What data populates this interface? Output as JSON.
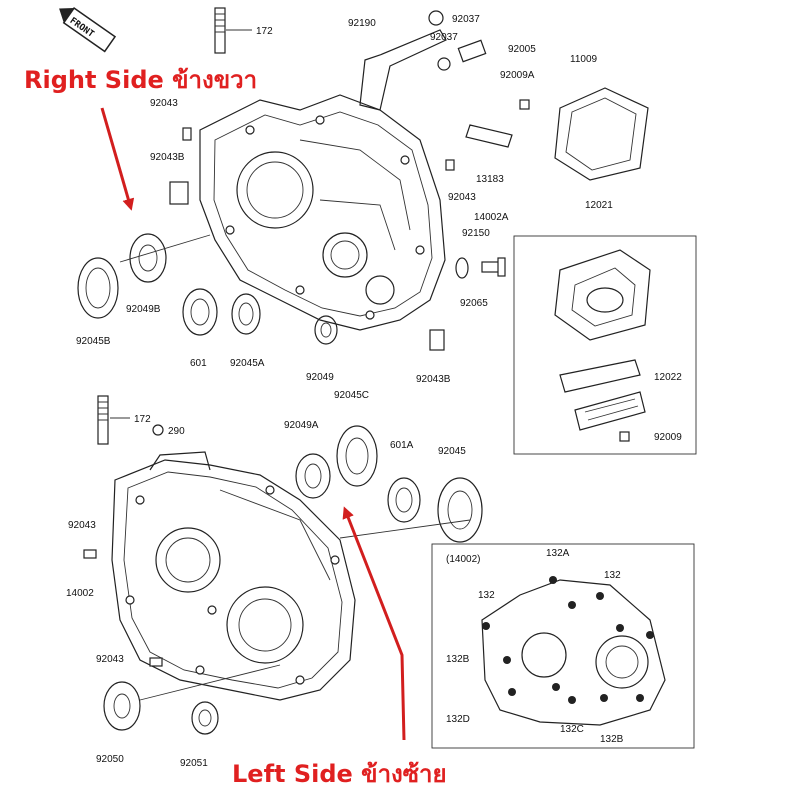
{
  "annotations": {
    "right_side": "Right Side ข้างขวา",
    "left_side": "Left Side ข้างซ้าย",
    "front_tag": "FRONT"
  },
  "colors": {
    "annotation": "#e02020",
    "line": "#222222",
    "background": "#ffffff"
  },
  "parts": {
    "p172_top": "172",
    "p92190": "92190",
    "p92037_a": "92037",
    "p92037_b": "92037",
    "p92005": "92005",
    "p11009": "11009",
    "p92009a": "92009A",
    "p92043_top": "92043",
    "p92043b_top": "92043B",
    "p13183": "13183",
    "p92043_mid": "92043",
    "p14002a": "14002A",
    "p12021": "12021",
    "p92150": "92150",
    "p92065": "92065",
    "p92049b": "92049B",
    "p92045b": "92045B",
    "p601": "601",
    "p92045a": "92045A",
    "p92049": "92049",
    "p92043b_bot": "92043B",
    "p12022": "12022",
    "p92009": "92009",
    "p172_bot": "172",
    "p290": "290",
    "p92045c": "92045C",
    "p92049a": "92049A",
    "p601a": "601A",
    "p92045": "92045",
    "p92043_left": "92043",
    "p14002": "14002",
    "p92043_low": "92043",
    "p92050": "92050",
    "p92051": "92051"
  },
  "inset": {
    "title": "(14002)",
    "labels": {
      "l132a": "132A",
      "l132_top": "132",
      "l132_left": "132",
      "l132b_left": "132B",
      "l132d": "132D",
      "l132c": "132C",
      "l132b_bot": "132B"
    }
  }
}
